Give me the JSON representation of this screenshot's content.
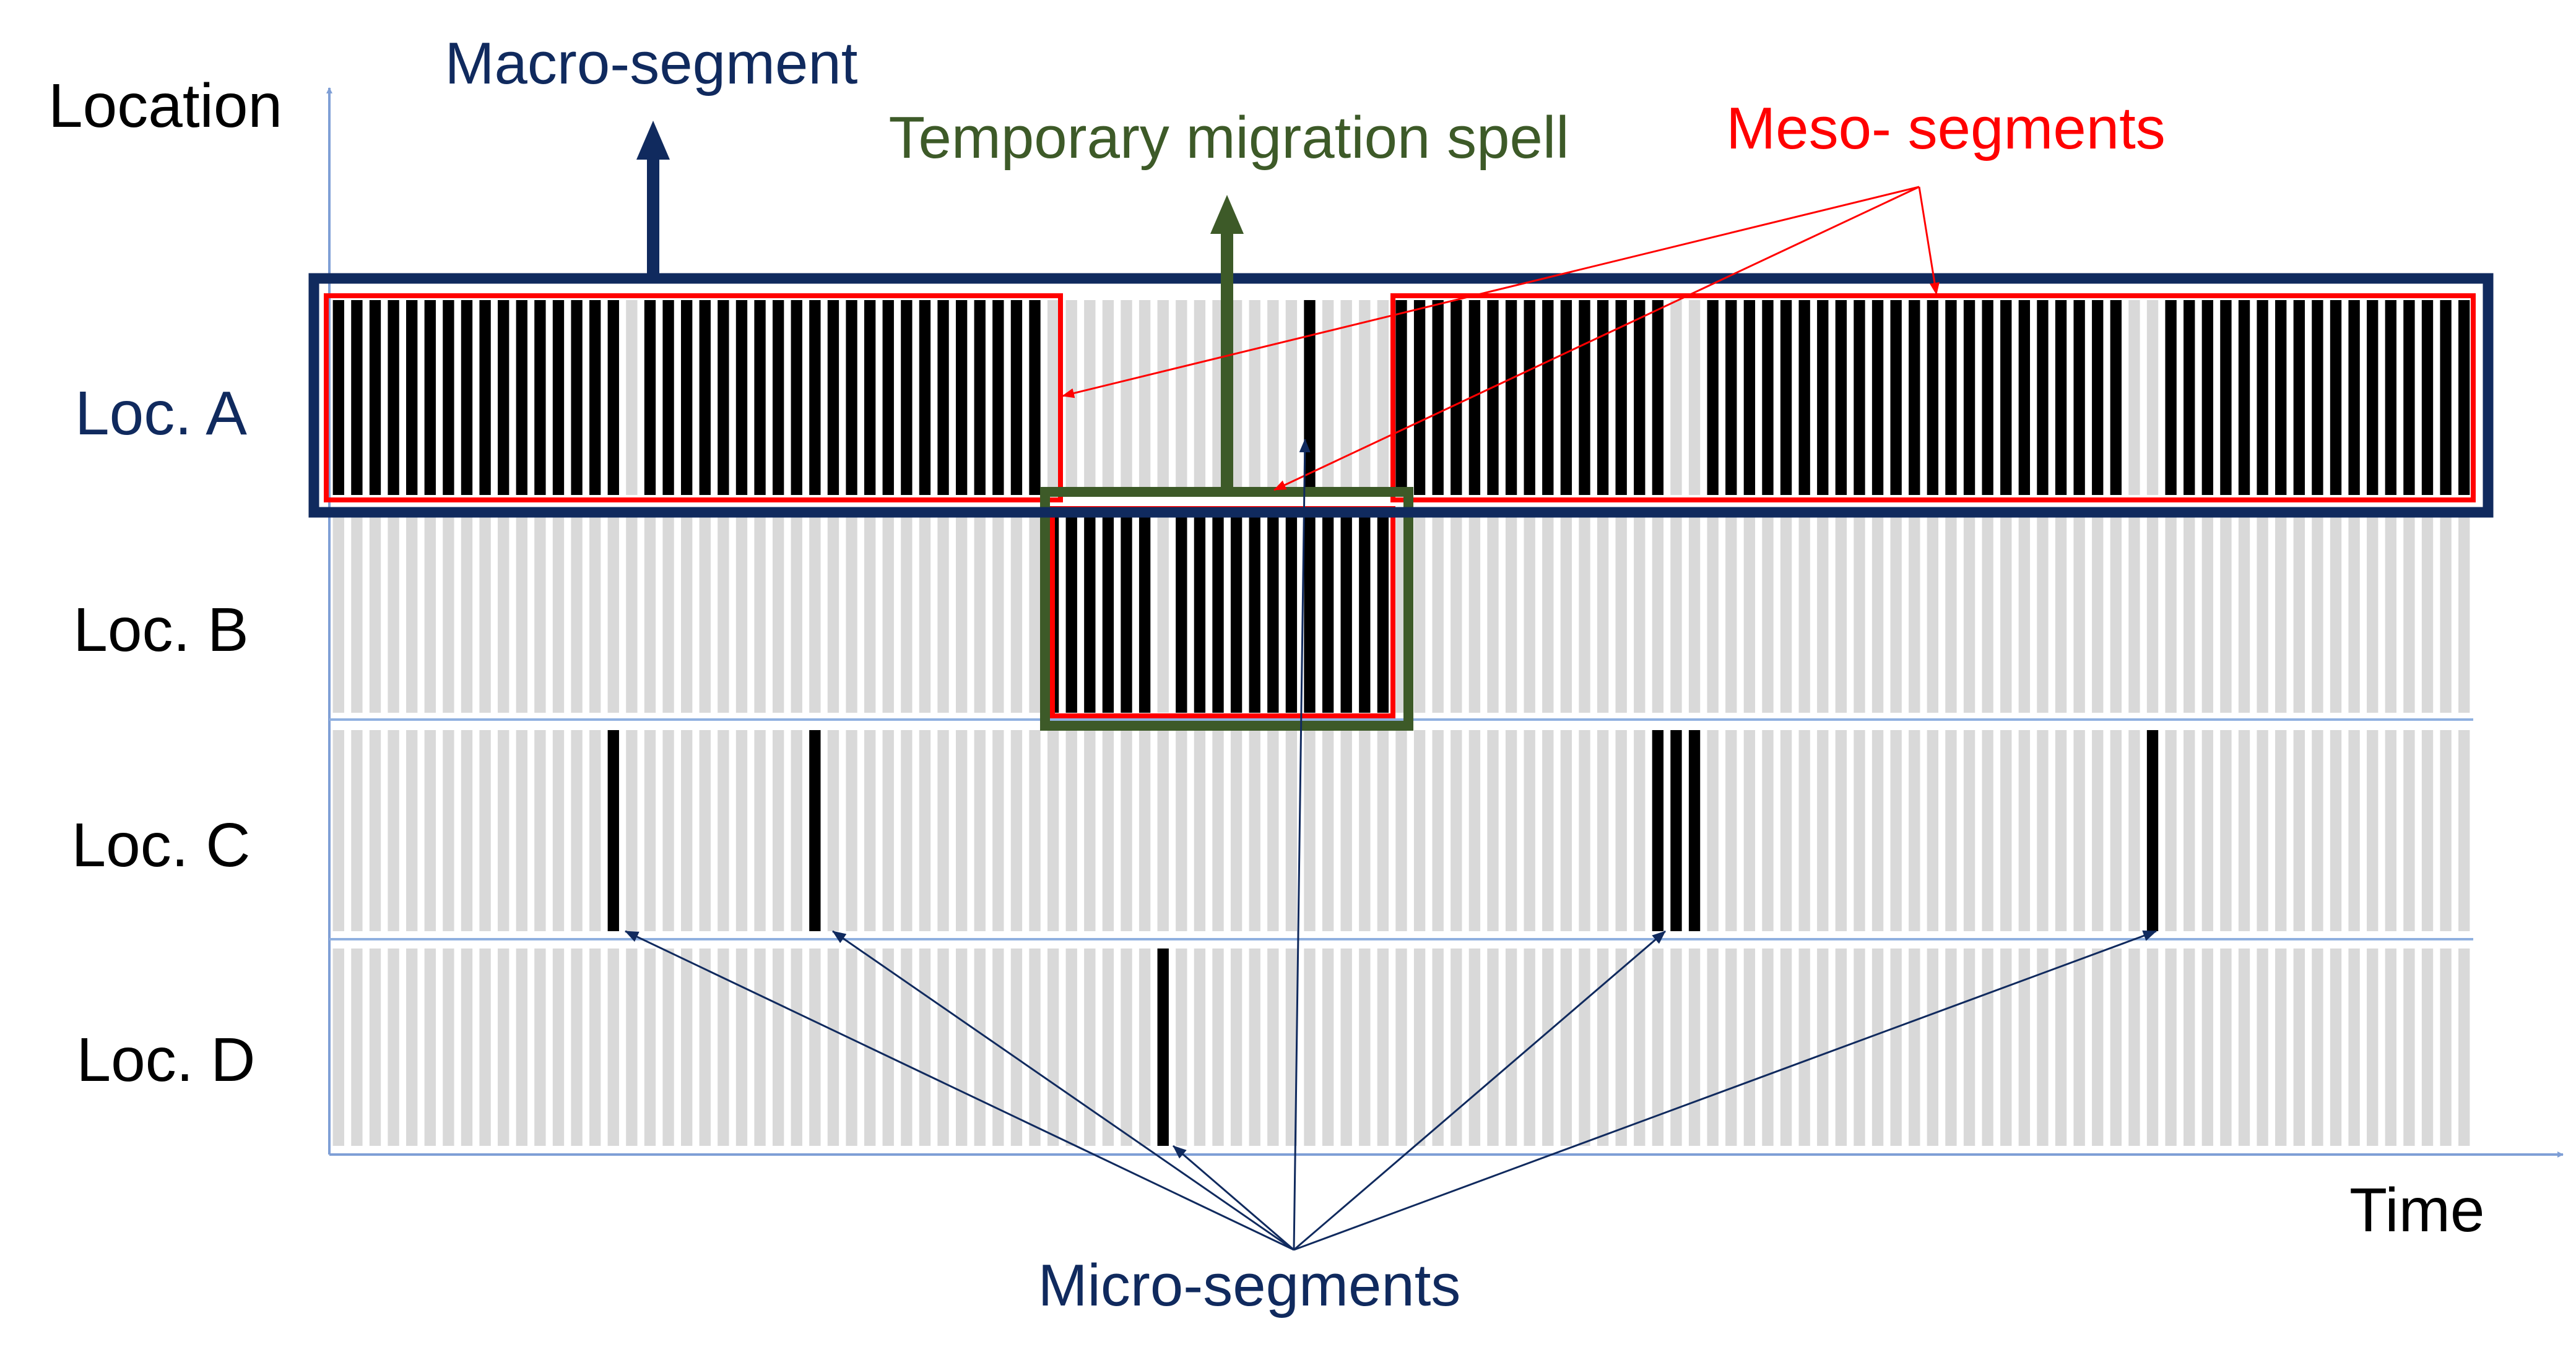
{
  "axes": {
    "y_label": "Location",
    "x_label": "Time"
  },
  "locations": [
    {
      "label": "Loc. A"
    },
    {
      "label": "Loc. B"
    },
    {
      "label": "Loc. C"
    },
    {
      "label": "Loc. D"
    }
  ],
  "annotations": {
    "macro_segment": "Macro-segment",
    "temporary_migration_spell": "Temporary migration spell",
    "meso_segments": "Meso- segments",
    "micro_segments": "Micro-segments"
  },
  "colors": {
    "macro": "#102a5e",
    "spell": "#3d5a28",
    "meso": "#ff0000",
    "micro": "#102a5e",
    "presence": "#000000",
    "absence": "#d9d9d9",
    "axis": "#7f9fd6"
  },
  "chart_data": {
    "type": "timeline",
    "time_units": 117,
    "rows": [
      "Loc. A",
      "Loc. B",
      "Loc. C",
      "Loc. D"
    ],
    "presence_ranges": {
      "Loc. A": [
        [
          0,
          15
        ],
        [
          17,
          27
        ],
        [
          28,
          38
        ],
        [
          53,
          53
        ],
        [
          58,
          72
        ],
        [
          75,
          97
        ],
        [
          100,
          116
        ]
      ],
      "Loc. B": [
        [
          39,
          44
        ],
        [
          46,
          52
        ],
        [
          53,
          57
        ]
      ],
      "Loc. C": [
        [
          15,
          15
        ],
        [
          26,
          26
        ],
        [
          72,
          74
        ],
        [
          99,
          99
        ]
      ],
      "Loc. D": [
        [
          45,
          45
        ]
      ]
    }
  }
}
